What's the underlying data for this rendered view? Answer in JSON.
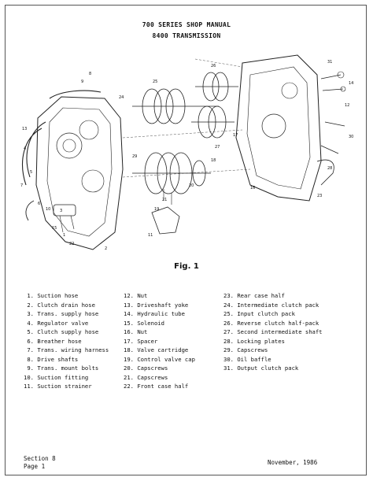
{
  "header": {
    "line1": "700 SERIES SHOP MANUAL",
    "line2": "8400 TRANSMISSION"
  },
  "figure": {
    "caption": "Fig. 1",
    "callouts": [
      "1",
      "2",
      "3",
      "4",
      "5",
      "6",
      "7",
      "8",
      "9",
      "10",
      "11",
      "12",
      "13",
      "14",
      "15",
      "16",
      "17",
      "18",
      "19",
      "20",
      "21",
      "22",
      "23",
      "24",
      "25",
      "26",
      "27",
      "28",
      "29",
      "30",
      "31"
    ]
  },
  "legend": {
    "col1": [
      {
        "num": "1.",
        "label": "Suction hose"
      },
      {
        "num": "2.",
        "label": "Clutch drain hose"
      },
      {
        "num": "3.",
        "label": "Trans. supply hose"
      },
      {
        "num": "4.",
        "label": "Regulator valve"
      },
      {
        "num": "5.",
        "label": "Clutch supply hose"
      },
      {
        "num": "6.",
        "label": "Breather hose"
      },
      {
        "num": "7.",
        "label": "Trans. wiring harness"
      },
      {
        "num": "8.",
        "label": "Drive shafts"
      },
      {
        "num": "9.",
        "label": "Trans. mount bolts"
      },
      {
        "num": "10.",
        "label": "Suction fitting"
      },
      {
        "num": "11.",
        "label": "Suction strainer"
      }
    ],
    "col2": [
      {
        "num": "12.",
        "label": "Nut"
      },
      {
        "num": "13.",
        "label": "Driveshaft yoke"
      },
      {
        "num": "14.",
        "label": "Hydraulic tube"
      },
      {
        "num": "15.",
        "label": "Solenoid"
      },
      {
        "num": "16.",
        "label": "Nut"
      },
      {
        "num": "17.",
        "label": "Spacer"
      },
      {
        "num": "18.",
        "label": "Valve cartridge"
      },
      {
        "num": "19.",
        "label": "Control valve cap"
      },
      {
        "num": "20.",
        "label": "Capscrews"
      },
      {
        "num": "21.",
        "label": "Capscrews"
      },
      {
        "num": "22.",
        "label": "Front case half"
      }
    ],
    "col3": [
      {
        "num": "23.",
        "label": "Rear case half"
      },
      {
        "num": "24.",
        "label": "Intermediate clutch pack"
      },
      {
        "num": "25.",
        "label": "Input clutch pack"
      },
      {
        "num": "26.",
        "label": "Reverse clutch half-pack"
      },
      {
        "num": "27.",
        "label": "Second intermediate shaft"
      },
      {
        "num": "28.",
        "label": "Locking plates"
      },
      {
        "num": "29.",
        "label": "Capscrews"
      },
      {
        "num": "30.",
        "label": "Oil baffle"
      },
      {
        "num": "31.",
        "label": "Output clutch pack"
      }
    ]
  },
  "footer": {
    "section": "Section 8",
    "page": "Page 1",
    "date": "November, 1986"
  }
}
